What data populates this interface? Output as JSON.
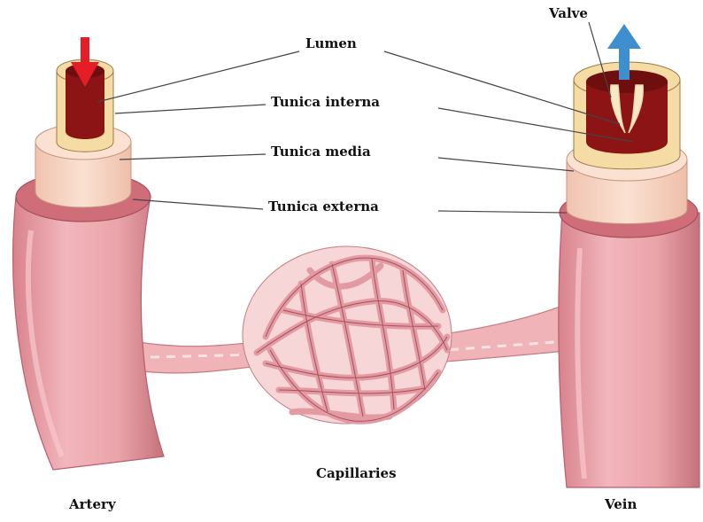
{
  "labels": {
    "lumen": "Lumen",
    "tunica_interna": "Tunica interna",
    "tunica_media": "Tunica media",
    "tunica_externa": "Tunica externa",
    "valve": "Valve",
    "capillaries": "Capillaries",
    "artery": "Artery",
    "vein": "Vein"
  },
  "colors": {
    "vessel_wall": "#eaa3aa",
    "vessel_shadow": "#c5727c",
    "externa_ring": "#cf6d78",
    "media": "#f7d4c2",
    "interna": "#f5dca5",
    "lumen": "#8c1414",
    "arrow_in": "#e41e26",
    "arrow_out": "#3d8fd0",
    "leader_line": "#444444"
  },
  "flow": {
    "artery_arrow": "down-arrow-icon",
    "vein_arrow": "up-arrow-icon"
  }
}
